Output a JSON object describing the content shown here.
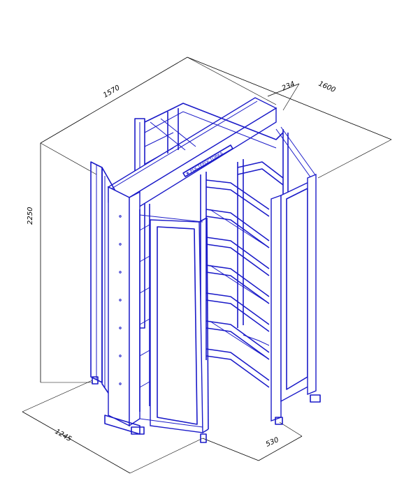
{
  "drawing": {
    "dimensions": {
      "overall_width": "1570",
      "depth": "1600",
      "beam_offset": "234",
      "height": "2250",
      "base_length": "1245",
      "gate_width": "530"
    },
    "nameplate_text": "★ РОСТЕРОСТОВКА",
    "colors": {
      "outline": "#1a1ac8",
      "dimension": "#000000",
      "background": "#ffffff"
    }
  }
}
